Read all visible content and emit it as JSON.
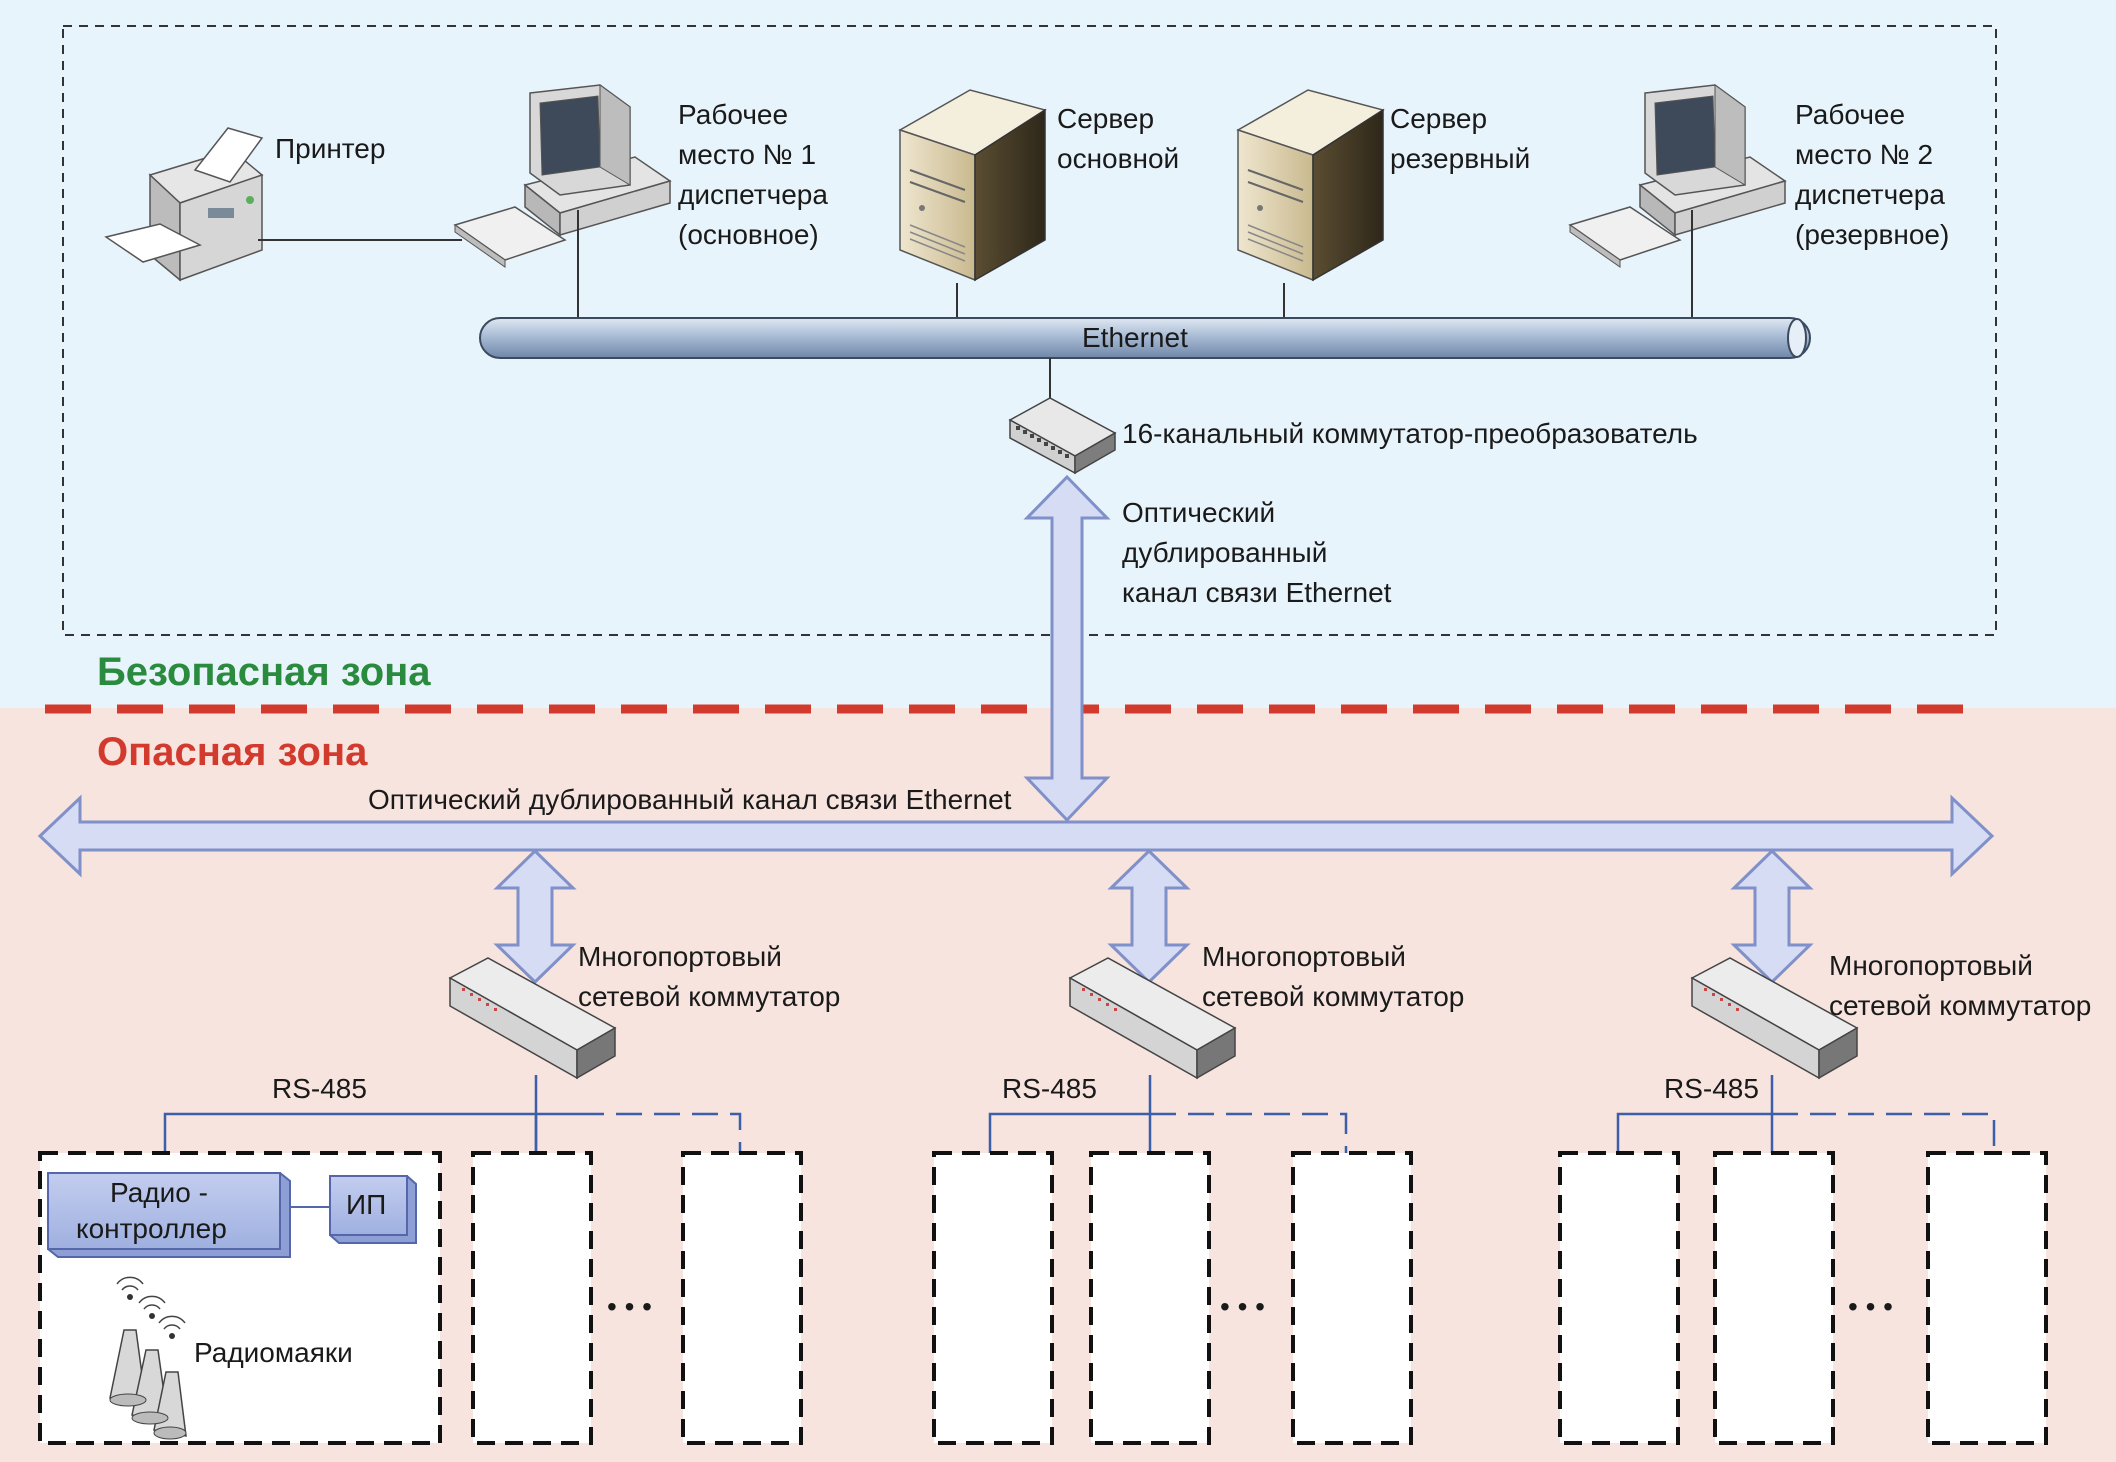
{
  "labels": {
    "printer": "Принтер",
    "ws1": [
      "Рабочее",
      "место № 1",
      "диспетчера",
      "(основное)"
    ],
    "server_main": [
      "Сервер",
      "основной"
    ],
    "server_reserve": [
      "Сервер",
      "резервный"
    ],
    "ws2": [
      "Рабочее",
      "место № 2",
      "диспетчера",
      "(резервное)"
    ],
    "ethernet": "Ethernet",
    "converter": "16-канальный коммутатор-преобразователь",
    "optical_vertical": [
      "Оптический",
      "дублированный",
      "канал связи Ethernet"
    ],
    "safe_zone": "Безопасная зона",
    "danger_zone": "Опасная зона",
    "optical_horizontal": "Оптический дублированный канал связи Ethernet",
    "switch": [
      "Многопортовый",
      "сетевой коммутатор"
    ],
    "rs485": "RS-485",
    "radio_controller": [
      "Радио -",
      "контроллер"
    ],
    "power_supply": "ИП",
    "beacons": "Радиомаяки",
    "ellipsis": "• • •"
  },
  "colors": {
    "safe_bg": "#e8f4fb",
    "danger_bg": "#f7e4de",
    "safe_text": "#2a8a3e",
    "danger_text": "#d23a2e",
    "border_dash": "#d23a2e",
    "arrow_fill": "#d6dcf3",
    "arrow_stroke": "#8090c8",
    "rs485_line": "#3b5fa8",
    "bus_fill": "#a9bcd6"
  }
}
